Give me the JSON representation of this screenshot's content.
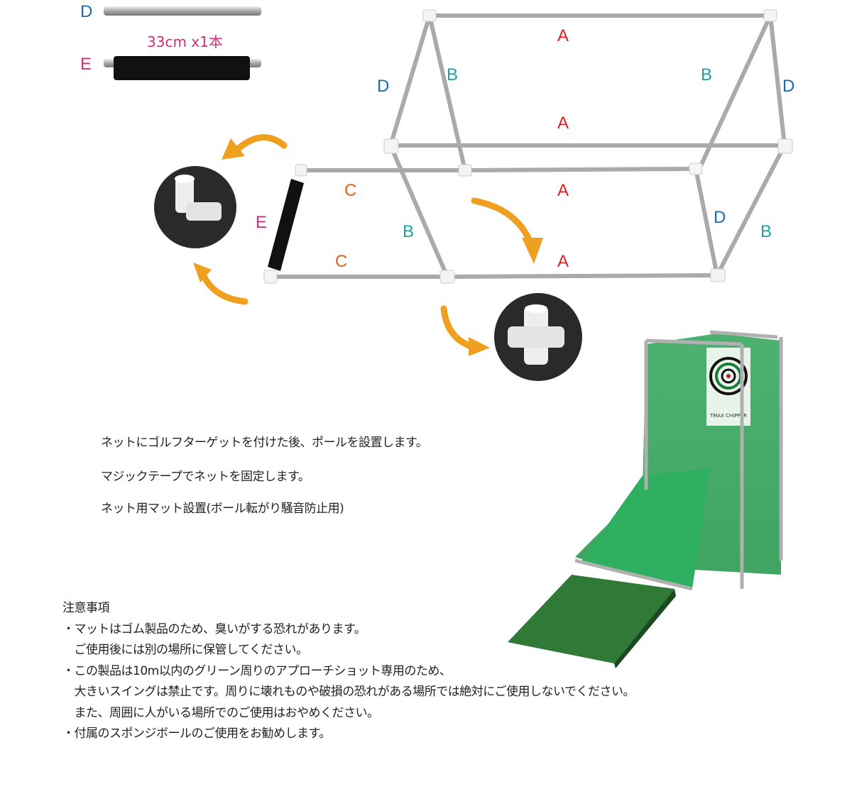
{
  "parts": {
    "d_label": "D",
    "e_label": "E",
    "e_size": "33cm x1本"
  },
  "frame_labels": {
    "a1": "A",
    "a2": "A",
    "a3": "A",
    "a4": "A",
    "b1": "B",
    "b2": "B",
    "b3": "B",
    "b4": "B",
    "c1": "C",
    "c2": "C",
    "d1": "D",
    "d2": "D",
    "d3": "D",
    "e1": "E"
  },
  "product_photo": {
    "brand": "TMAX CHIPPER"
  },
  "instructions": [
    "ネットにゴルフターゲットを付けた後、ポールを設置します。",
    "マジックテープでネットを固定します。",
    "ネット用マット設置(ボール転がり騒音防止用)"
  ],
  "notes": {
    "title": "注意事項",
    "lines": [
      "・マットはゴム製品のため、臭いがする恐れがあります。",
      "　ご使用後には別の場所に保管してください。",
      "・この製品は10m以内のグリーン周りのアプローチショット専用のため、",
      "　大きいスイングは禁止です。周りに壊れものや破損の恐れがある場所では絶対にご使用しないでください。",
      "　また、周囲に人がいる場所でのご使用はおやめください。",
      "・付属のスポンジボールのご使用をお勧めします。"
    ]
  },
  "colors": {
    "red": "#e02020",
    "teal": "#1aa0a0",
    "blue": "#1a6ab0",
    "orange": "#e0601a",
    "magenta": "#d0307a",
    "arrow": "#f0a020"
  }
}
